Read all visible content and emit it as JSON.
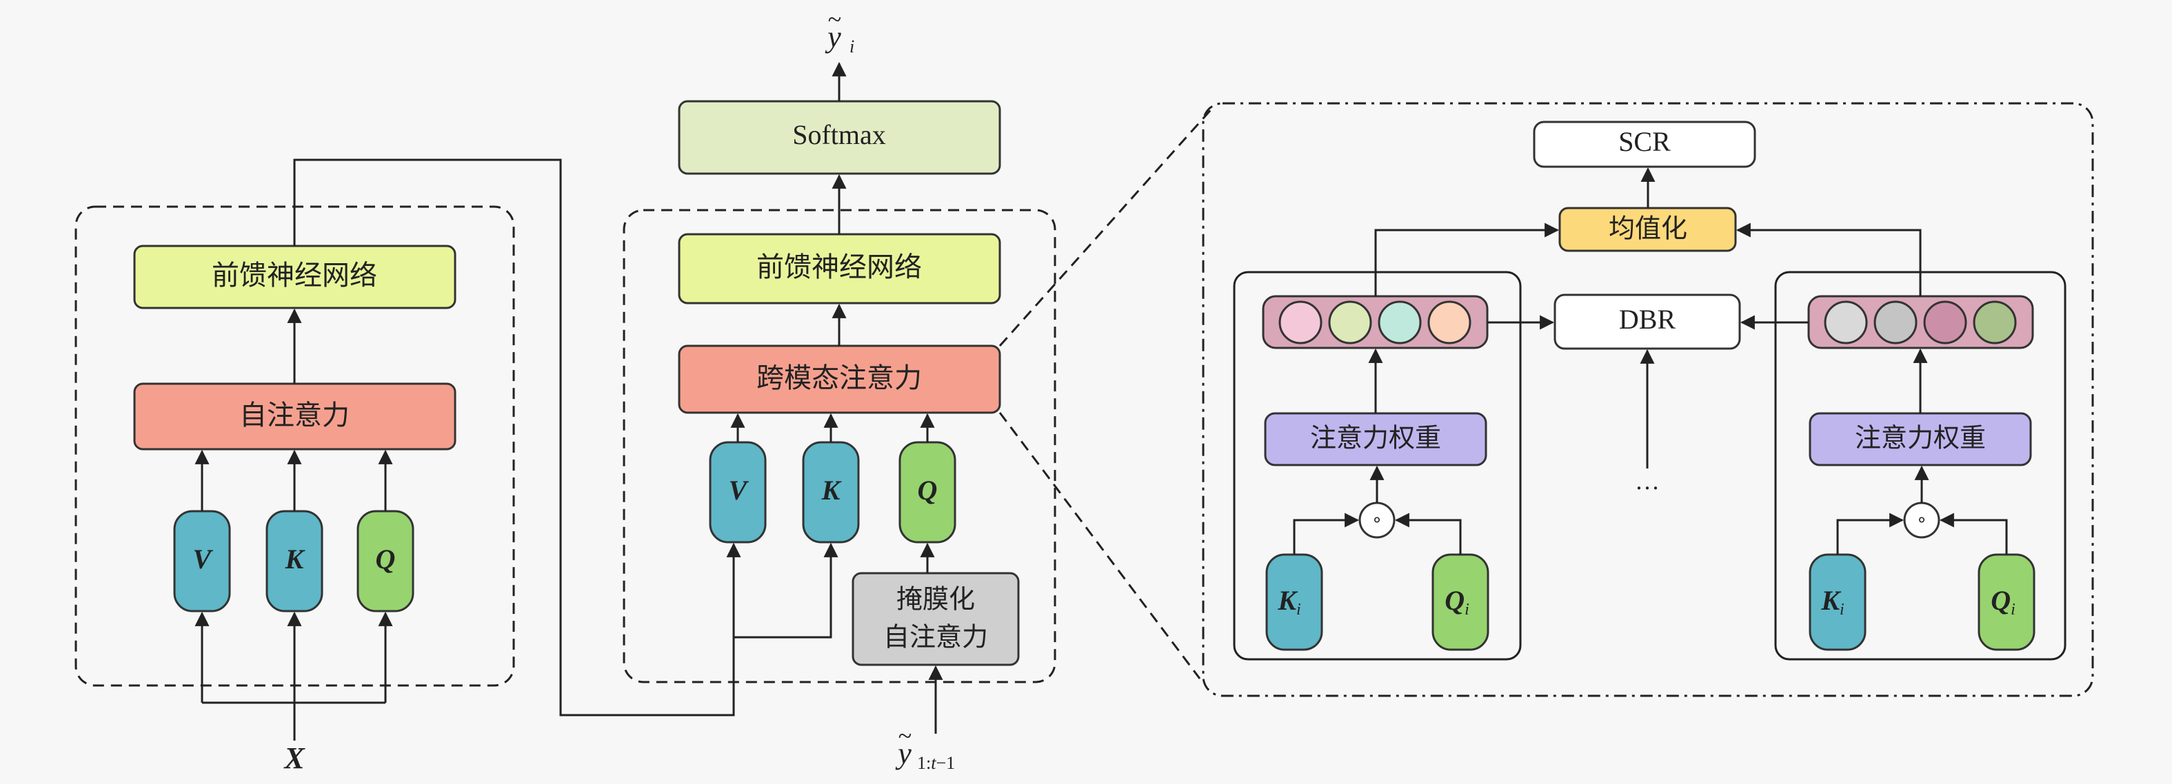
{
  "colors": {
    "ffn": "#e9f59a",
    "attention": "#f5a08e",
    "vk": "#5fb7c8",
    "q": "#97d36f",
    "softmax": "#e2ecc4",
    "masked": "#cfcfcf",
    "mean": "#fcd97b",
    "weight": "#c0b6ee",
    "vector_bar": "#d9a7b8",
    "white": "#ffffff"
  },
  "encoder": {
    "ffn": "前馈神经网络",
    "self_attention": "自注意力",
    "v": "V",
    "k": "K",
    "q": "Q",
    "input": "X"
  },
  "decoder": {
    "softmax": "Softmax",
    "ffn": "前馈神经网络",
    "cross_attention": "跨模态注意力",
    "v": "V",
    "k": "K",
    "q": "Q",
    "masked_line1": "掩膜化",
    "masked_line2": "自注意力",
    "output_base": "y",
    "output_tilde": "~",
    "output_sub": "i",
    "input_base": "y",
    "input_tilde": "~",
    "input_sub": "1:",
    "input_sub_t": "t",
    "input_sub_minus": "−1"
  },
  "detail": {
    "scr": "SCR",
    "mean": "均值化",
    "dbr": "DBR",
    "ellipsis": "···",
    "left": {
      "weights": "注意力权重",
      "product": "∘",
      "k_base": "K",
      "k_sub": "i",
      "q_base": "Q",
      "q_sub": "i"
    },
    "right": {
      "weights": "注意力权重",
      "product": "∘",
      "k_base": "K",
      "k_sub": "i",
      "q_base": "Q",
      "q_sub": "i"
    },
    "left_circles": [
      "#f4c8d8",
      "#dde9b8",
      "#bfe9dc",
      "#fcd2b8"
    ],
    "right_circles": [
      "#d9d9d9",
      "#c4c4c4",
      "#cc8fa8",
      "#a9c18a"
    ]
  }
}
